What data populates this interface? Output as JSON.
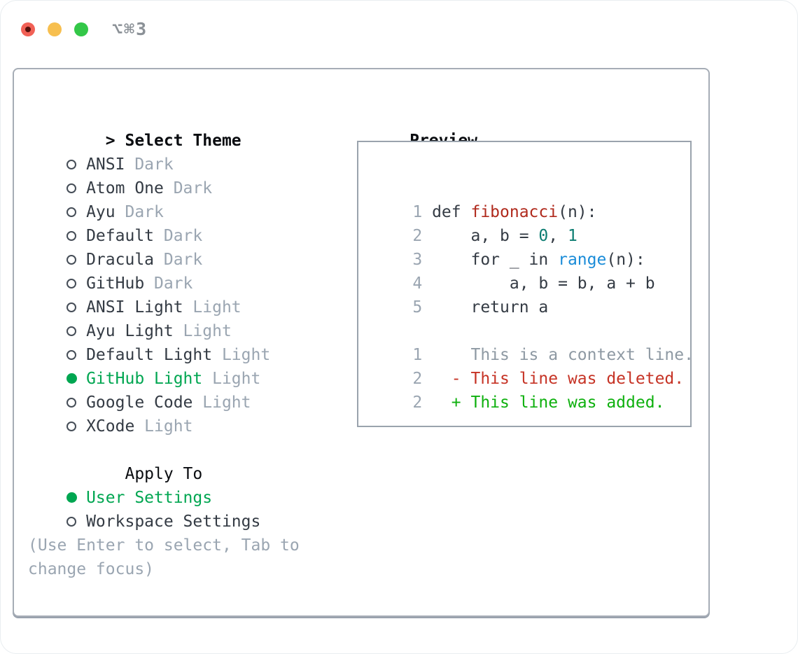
{
  "titlebar": {
    "window_title": "⌥⌘3"
  },
  "colors": {
    "traffic_red": "#f16156",
    "traffic_yellow": "#f7bf4f",
    "traffic_green": "#33c748",
    "accent_green": "#00a651",
    "added_green": "#0eb00e",
    "deleted_red": "#c63325",
    "function_red": "#b02a1d",
    "builtin_blue": "#1a8cd8",
    "number_teal": "#0d7d72",
    "text_dark": "#343b44",
    "text_dim": "#9aa5b1",
    "border_gray": "#9aa3ad"
  },
  "theme_picker": {
    "header": {
      "prefix": ">",
      "label": "Select Theme"
    },
    "items": [
      {
        "name": "ANSI",
        "variant": "Dark",
        "selected": false
      },
      {
        "name": "Atom One",
        "variant": "Dark",
        "selected": false
      },
      {
        "name": "Ayu",
        "variant": "Dark",
        "selected": false
      },
      {
        "name": "Default",
        "variant": "Dark",
        "selected": false
      },
      {
        "name": "Dracula",
        "variant": "Dark",
        "selected": false
      },
      {
        "name": "GitHub",
        "variant": "Dark",
        "selected": false
      },
      {
        "name": "ANSI Light",
        "variant": "Light",
        "selected": false
      },
      {
        "name": "Ayu Light",
        "variant": "Light",
        "selected": false
      },
      {
        "name": "Default Light",
        "variant": "Light",
        "selected": false
      },
      {
        "name": "GitHub Light",
        "variant": "Light",
        "selected": true
      },
      {
        "name": "Google Code",
        "variant": "Light",
        "selected": false
      },
      {
        "name": "XCode",
        "variant": "Light",
        "selected": false
      }
    ]
  },
  "apply_to": {
    "header": "Apply To",
    "options": [
      {
        "label": "User Settings",
        "selected": true
      },
      {
        "label": "Workspace Settings",
        "selected": false
      }
    ]
  },
  "hint": {
    "lines": [
      "(Use Enter to select, Tab to",
      "change focus)"
    ]
  },
  "preview": {
    "header": "Preview",
    "code_lines": [
      {
        "num": "1",
        "segments": [
          {
            "text": "def ",
            "style": "plain"
          },
          {
            "text": "fibonacci",
            "style": "function"
          },
          {
            "text": "(n):",
            "style": "plain"
          }
        ]
      },
      {
        "num": "2",
        "segments": [
          {
            "text": "    a, b = ",
            "style": "plain"
          },
          {
            "text": "0",
            "style": "number"
          },
          {
            "text": ", ",
            "style": "plain"
          },
          {
            "text": "1",
            "style": "number"
          }
        ]
      },
      {
        "num": "3",
        "segments": [
          {
            "text": "    for _ in ",
            "style": "plain"
          },
          {
            "text": "range",
            "style": "builtin"
          },
          {
            "text": "(n):",
            "style": "plain"
          }
        ]
      },
      {
        "num": "4",
        "segments": [
          {
            "text": "        a, b = b, a + b",
            "style": "plain"
          }
        ]
      },
      {
        "num": "5",
        "segments": [
          {
            "text": "    return a",
            "style": "plain"
          }
        ]
      }
    ],
    "diff_lines": [
      {
        "num": "1",
        "marker": " ",
        "text": "This is a context line.",
        "type": "context"
      },
      {
        "num": "2",
        "marker": "-",
        "text": "This line was deleted.",
        "type": "deleted"
      },
      {
        "num": "2",
        "marker": "+",
        "text": "This line was added.",
        "type": "added"
      }
    ]
  }
}
